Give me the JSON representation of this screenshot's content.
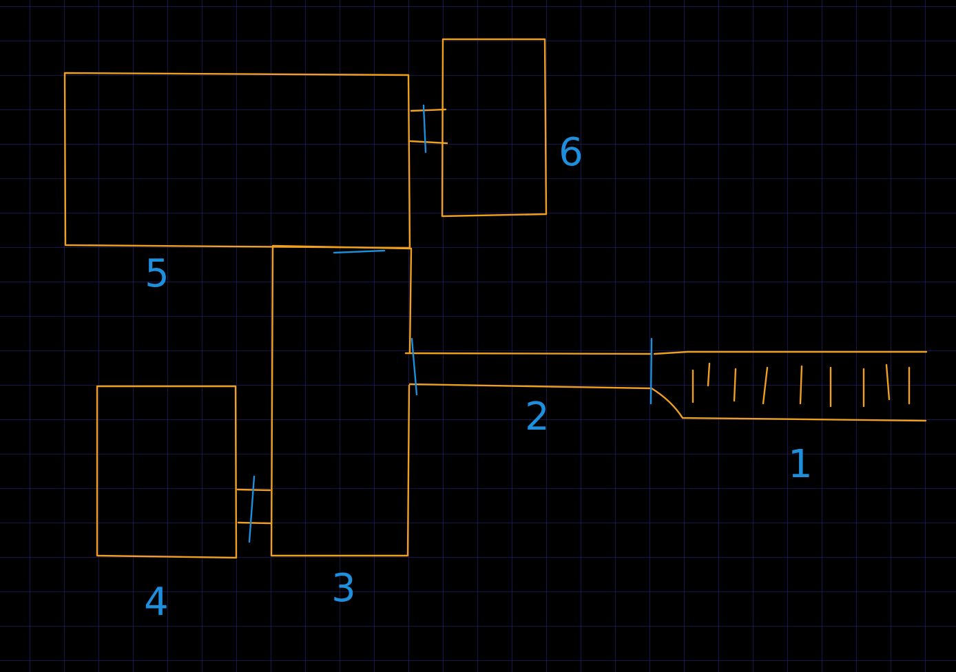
{
  "colors": {
    "background": "#000000",
    "grid": "#14145a",
    "walls": "#f0a020",
    "doors_and_labels": "#1e8fdc"
  },
  "map": {
    "rooms": [
      {
        "id": "room-1",
        "label": "1"
      },
      {
        "id": "room-2",
        "label": "2"
      },
      {
        "id": "room-3",
        "label": "3"
      },
      {
        "id": "room-4",
        "label": "4"
      },
      {
        "id": "room-5",
        "label": "5"
      },
      {
        "id": "room-6",
        "label": "6"
      }
    ],
    "doors": [
      {
        "id": "door-5-6"
      },
      {
        "id": "door-5-3"
      },
      {
        "id": "door-3-2"
      },
      {
        "id": "door-2-1"
      },
      {
        "id": "door-4-3"
      }
    ],
    "stairs": {
      "id": "stairs-room-1"
    }
  }
}
